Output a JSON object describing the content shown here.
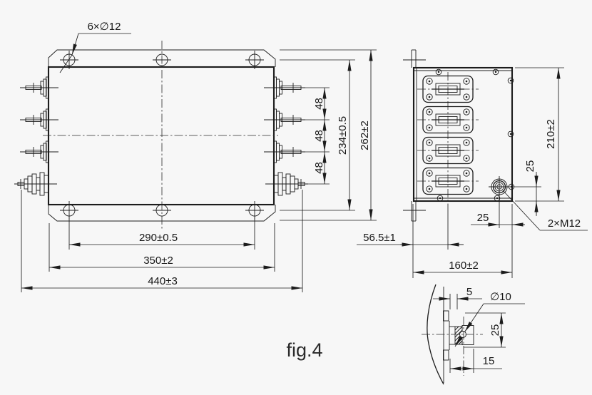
{
  "figure": {
    "caption": "fig.4"
  },
  "front": {
    "hole_callout": "6×∅12",
    "pitch1": "48",
    "pitch2": "48",
    "pitch3": "48",
    "holes_height": "234±0.5",
    "overall_height": "262±2",
    "holes_width": "290±0.5",
    "body_width": "350±2",
    "overall_width": "440±3"
  },
  "side": {
    "height": "210±2",
    "stud_to_bottom": "25",
    "stud_to_edge": "25",
    "depth": "160±2",
    "terminal_offset": "56.5±1",
    "stud_callout": "2×M12"
  },
  "detail": {
    "plate_thickness": "5",
    "hole_callout": "∅10",
    "dim_vertical": "25",
    "dim_horizontal": "15"
  },
  "colors": {
    "line": "#1c1c1c",
    "background": "#f7f7f7"
  }
}
